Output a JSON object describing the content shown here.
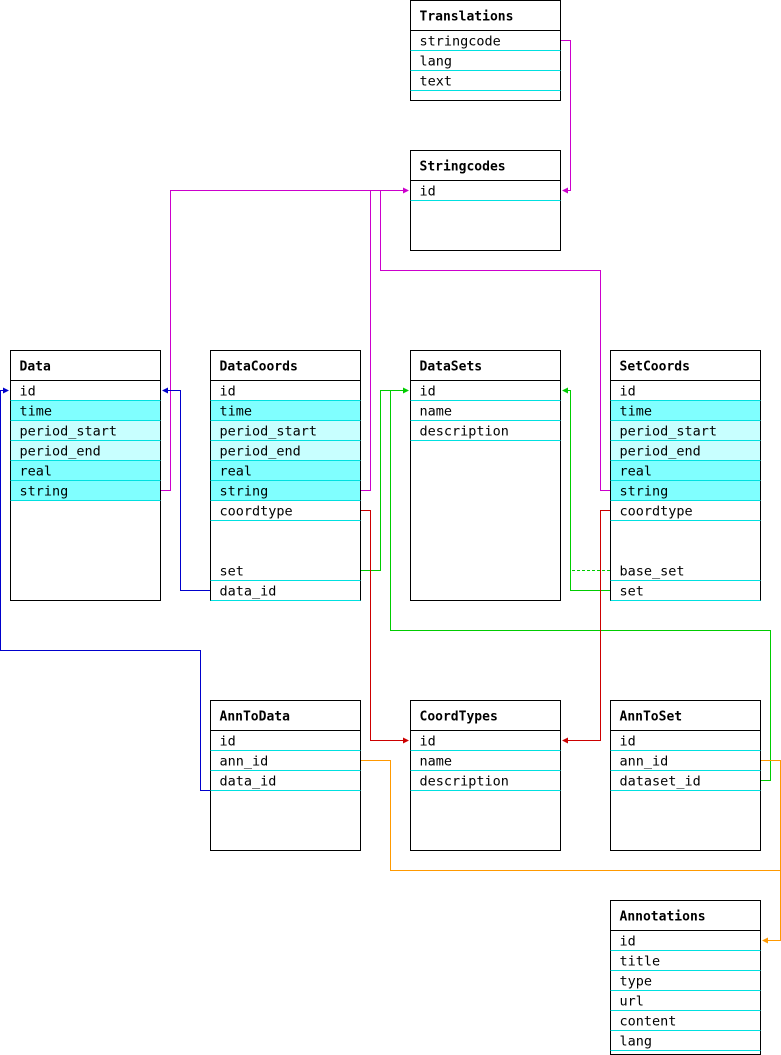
{
  "colors": {
    "border": "#000000",
    "divider": "#00e0e0",
    "highlight_strong": "#80ffff",
    "highlight_light": "#c8ffff",
    "magenta": "#cc00cc",
    "blue": "#0000cc",
    "green": "#00cc00",
    "red": "#cc0000",
    "orange": "#ff9900"
  },
  "tables": [
    {
      "id": "translations",
      "name": "Translations",
      "fields": [
        {
          "name": "stringcode"
        },
        {
          "name": "lang"
        },
        {
          "name": "text"
        }
      ]
    },
    {
      "id": "stringcodes",
      "name": "Stringcodes",
      "fields": [
        {
          "name": "id"
        }
      ]
    },
    {
      "id": "data",
      "name": "Data",
      "fields": [
        {
          "name": "id"
        },
        {
          "name": "time",
          "hl": "strong"
        },
        {
          "name": "period_start",
          "hl": "light"
        },
        {
          "name": "period_end",
          "hl": "light"
        },
        {
          "name": "real",
          "hl": "strong"
        },
        {
          "name": "string",
          "hl": "strong"
        }
      ]
    },
    {
      "id": "datacoords",
      "name": "DataCoords",
      "fields": [
        {
          "name": "id"
        },
        {
          "name": "time",
          "hl": "strong"
        },
        {
          "name": "period_start",
          "hl": "light"
        },
        {
          "name": "period_end",
          "hl": "light"
        },
        {
          "name": "real",
          "hl": "strong"
        },
        {
          "name": "string",
          "hl": "strong"
        },
        {
          "name": "coordtype"
        },
        {
          "name": "set",
          "slot": 9
        },
        {
          "name": "data_id",
          "slot": 10
        }
      ]
    },
    {
      "id": "datasets",
      "name": "DataSets",
      "fields": [
        {
          "name": "id"
        },
        {
          "name": "name"
        },
        {
          "name": "description"
        }
      ]
    },
    {
      "id": "setcoords",
      "name": "SetCoords",
      "fields": [
        {
          "name": "id"
        },
        {
          "name": "time",
          "hl": "strong"
        },
        {
          "name": "period_start",
          "hl": "light"
        },
        {
          "name": "period_end",
          "hl": "light"
        },
        {
          "name": "real",
          "hl": "strong"
        },
        {
          "name": "string",
          "hl": "strong"
        },
        {
          "name": "coordtype"
        },
        {
          "name": "base_set",
          "slot": 9
        },
        {
          "name": "set",
          "slot": 10
        }
      ]
    },
    {
      "id": "anntodata",
      "name": "AnnToData",
      "fields": [
        {
          "name": "id"
        },
        {
          "name": "ann_id"
        },
        {
          "name": "data_id"
        }
      ]
    },
    {
      "id": "coordtypes",
      "name": "CoordTypes",
      "fields": [
        {
          "name": "id"
        },
        {
          "name": "name"
        },
        {
          "name": "description"
        }
      ]
    },
    {
      "id": "anntoset",
      "name": "AnnToSet",
      "fields": [
        {
          "name": "id"
        },
        {
          "name": "ann_id"
        },
        {
          "name": "dataset_id"
        }
      ]
    },
    {
      "id": "annotations",
      "name": "Annotations",
      "fields": [
        {
          "name": "id"
        },
        {
          "name": "title"
        },
        {
          "name": "type"
        },
        {
          "name": "url"
        },
        {
          "name": "content"
        },
        {
          "name": "lang"
        }
      ]
    }
  ],
  "relations": [
    {
      "id": "translations-stringcode-to-stringcodes-id",
      "color": "magenta"
    },
    {
      "id": "data-string-to-stringcodes-id",
      "color": "magenta"
    },
    {
      "id": "datacoords-string-to-stringcodes-id",
      "color": "magenta"
    },
    {
      "id": "setcoords-string-to-stringcodes-id",
      "color": "magenta"
    },
    {
      "id": "datacoords-data_id-to-data-id",
      "color": "blue"
    },
    {
      "id": "anntodata-data_id-to-data-id",
      "color": "blue"
    },
    {
      "id": "datacoords-set-to-datasets-id",
      "color": "green"
    },
    {
      "id": "anntoset-dataset_id-to-datasets-id",
      "color": "green"
    },
    {
      "id": "setcoords-set-to-datasets-id",
      "color": "green"
    },
    {
      "id": "setcoords-base_set-to-datasets-id",
      "color": "green",
      "dashed": true
    },
    {
      "id": "datacoords-coordtype-to-coordtypes-id",
      "color": "red"
    },
    {
      "id": "setcoords-coordtype-to-coordtypes-id",
      "color": "red"
    },
    {
      "id": "anntodata-ann_id-to-annotations-id",
      "color": "orange"
    },
    {
      "id": "anntoset-ann_id-to-annotations-id",
      "color": "orange"
    }
  ]
}
